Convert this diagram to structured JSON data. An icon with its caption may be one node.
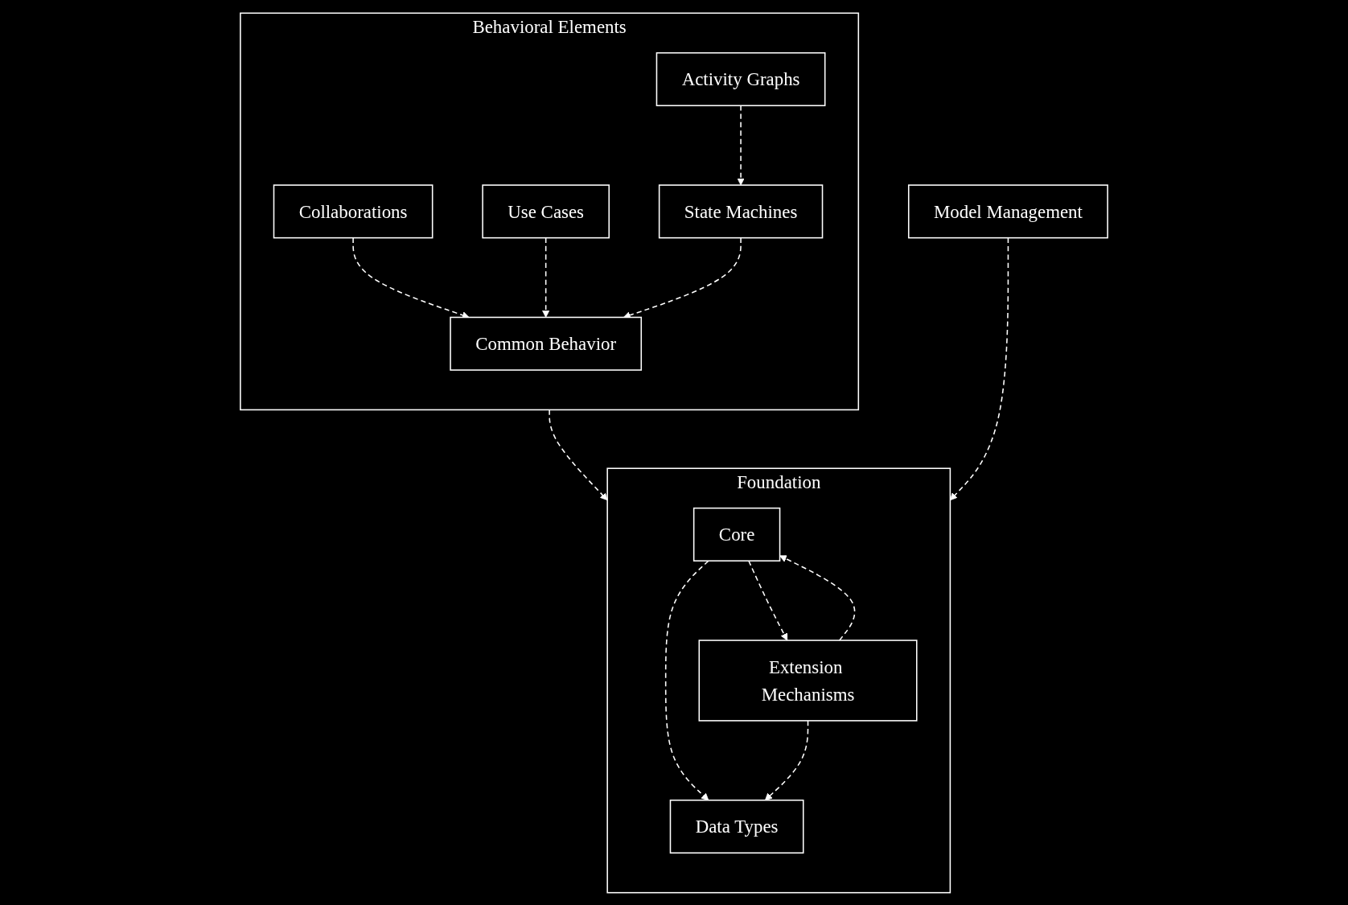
{
  "diagram": {
    "nodes": [
      {
        "text": [
          "Behavioral Elements"
        ]
      },
      {
        "text": [
          "Collaborations"
        ],
        "in": 0
      },
      {
        "text": [
          "Use Cases"
        ],
        "in": 0
      },
      {
        "text": [
          "Activity Graphs"
        ],
        "in": 0
      },
      {
        "text": [
          "Common Behavior"
        ],
        "in": 0
      },
      {
        "text": [
          "State Machines"
        ],
        "in": 0
      },
      {
        "text": [
          "Model Management"
        ]
      },
      {
        "text": [
          "Foundation"
        ]
      },
      {
        "text": [
          "Core"
        ],
        "in": 7
      },
      {
        "text": [
          "Extension Mechanisms"
        ],
        "in": 7
      },
      {
        "text": [
          "Data Types"
        ],
        "in": 7
      }
    ],
    "edges": [
      {
        "from": 1,
        "to": 4,
        "arrow": "to",
        "style": "dashed"
      },
      {
        "from": 2,
        "to": 4,
        "arrow": "to",
        "style": "dashed"
      },
      {
        "from": 3,
        "to": 5,
        "arrow": "to",
        "style": "dashed"
      },
      {
        "from": 5,
        "to": 4,
        "arrow": "to",
        "style": "dashed"
      },
      {
        "from": 0,
        "to": 7,
        "arrow": "to",
        "style": "dashed"
      },
      {
        "from": 6,
        "to": 7,
        "arrow": "to",
        "style": "dashed"
      },
      {
        "from": 9,
        "to": 8,
        "arrow": "to",
        "style": "dashed"
      },
      {
        "from": 8,
        "to": 9,
        "arrow": "to",
        "style": "dashed"
      },
      {
        "from": 8,
        "to": 10,
        "arrow": "to",
        "style": "dashed"
      },
      {
        "from": 9,
        "to": 10,
        "arrow": "to",
        "style": "dashed"
      }
    ]
  }
}
